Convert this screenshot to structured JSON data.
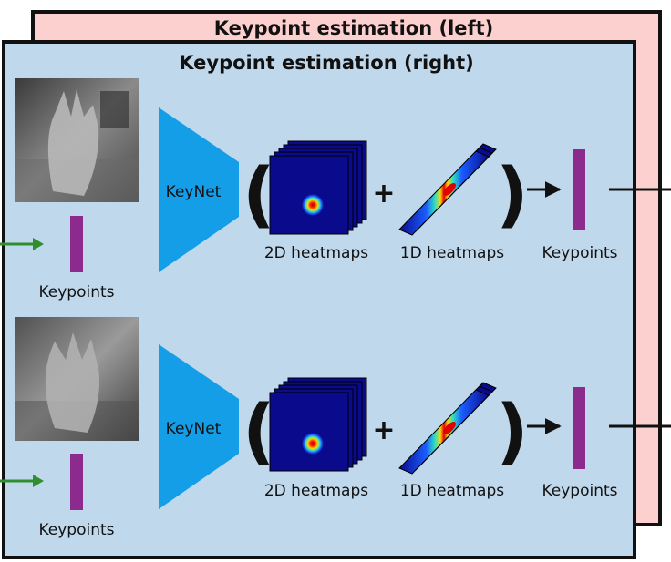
{
  "panels": {
    "back_title": "Keypoint estimation (left)",
    "front_title": "Keypoint estimation (right)"
  },
  "rows": [
    {
      "network_label": "KeyNet",
      "heatmap2d_label": "2D heatmaps",
      "plus": "+",
      "heatmap1d_label": "1D heatmaps",
      "open_paren": "(",
      "close_paren": ")",
      "output_label": "Keypoints",
      "input_keypoints_label": "Keypoints"
    },
    {
      "network_label": "KeyNet",
      "heatmap2d_label": "2D heatmaps",
      "plus": "+",
      "heatmap1d_label": "1D heatmaps",
      "open_paren": "(",
      "close_paren": ")",
      "output_label": "Keypoints",
      "input_keypoints_label": "Keypoints"
    }
  ],
  "colors": {
    "back_panel": "#fdd0d0",
    "front_panel": "#c0d8ec",
    "keynet": "#149ee8",
    "keypoint_bar": "#8c2a8e",
    "green_arrow": "#2f8f2f",
    "heatmap_bg": "#0a0a8c"
  }
}
